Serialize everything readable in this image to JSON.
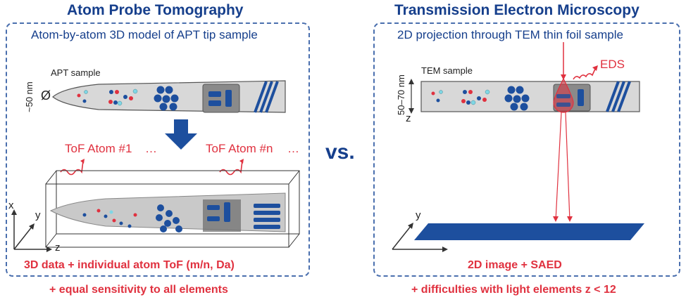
{
  "apt": {
    "title": "Atom Probe Tomography",
    "subtitle": "Atom-by-atom 3D model of APT tip sample",
    "sample_label": "APT sample",
    "diameter_label": "~50 nm",
    "diameter_symbol": "Ø",
    "tof_first": "ToF Atom #1",
    "tof_ellipsis_1": "…",
    "tof_last": "ToF Atom #n",
    "tof_ellipsis_2": "…",
    "axis_x": "x",
    "axis_y": "y",
    "axis_z": "z",
    "result": "3D data + individual atom ToF (m/n, Da)",
    "advantage": "+ equal sensitivity to all elements"
  },
  "vs_label": "vs.",
  "tem": {
    "title": "Transmission Electron Microscopy",
    "subtitle": "2D projection through TEM thin foil sample",
    "sample_label": "TEM sample",
    "thickness_label": "50–70 nm",
    "axis_z": "z",
    "axis_y": "y",
    "eds_label": "EDS",
    "result": "2D image + SAED",
    "disadvantage": "+ difficulties with light elements z < 12"
  },
  "colors": {
    "title_blue": "#163f8c",
    "accent_red": "#e0313f",
    "atom_blue": "#1d4f9e",
    "sample_gray": "#d8d8d8",
    "panel_border": "#4a6fae"
  }
}
